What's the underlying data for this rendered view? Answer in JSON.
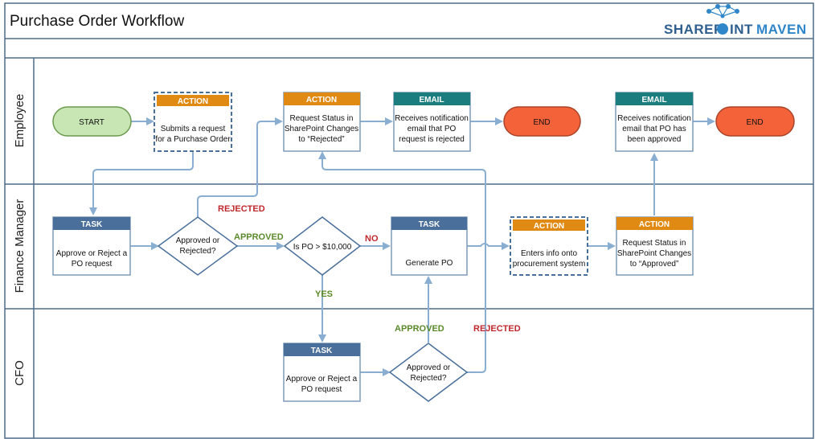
{
  "title": "Purchase Order Workflow",
  "logo": {
    "part1": "SHAREP",
    "part2": "INT",
    "part3": "MAVEN"
  },
  "lanes": {
    "employee": "Employee",
    "finance": "Finance Manager",
    "cfo": "CFO"
  },
  "nodes": {
    "start": {
      "text": "START"
    },
    "submit": {
      "header": "ACTION",
      "line1": "Submits a request",
      "line2": "for a Purchase Order"
    },
    "status_rejected": {
      "header": "ACTION",
      "line1": "Request Status in",
      "line2": "SharePoint Changes",
      "line3": "to “Rejected”"
    },
    "email_rejected": {
      "header": "EMAIL",
      "line1": "Receives notification",
      "line2": "email that PO",
      "line3": "request is rejected"
    },
    "end1": {
      "text": "END"
    },
    "email_approved": {
      "header": "EMAIL",
      "line1": "Receives notification",
      "line2": "email that PO has",
      "line3": "been approved"
    },
    "end2": {
      "text": "END"
    },
    "fm_task": {
      "header": "TASK",
      "line1": "Approve or Reject a",
      "line2": "PO request"
    },
    "fm_decision": {
      "line1": "Approved or",
      "line2": "Rejected?"
    },
    "po_check": {
      "line1": "Is PO > $10,000"
    },
    "generate": {
      "header": "TASK",
      "line1": "Generate PO"
    },
    "enter_info": {
      "header": "ACTION",
      "line1": "Enters info onto",
      "line2": "procurement system"
    },
    "status_approved": {
      "header": "ACTION",
      "line1": "Request Status in",
      "line2": "SharePoint Changes",
      "line3": "to “Approved”"
    },
    "cfo_task": {
      "header": "TASK",
      "line1": "Approve or Reject a",
      "line2": "PO request"
    },
    "cfo_decision": {
      "line1": "Approved or",
      "line2": "Rejected?"
    }
  },
  "edge_labels": {
    "rejected_fm": "REJECTED",
    "approved_fm": "APPROVED",
    "no": "NO",
    "yes": "YES",
    "approved_cfo": "APPROVED",
    "rejected_cfo": "REJECTED"
  },
  "colors": {
    "action_header": "#e08a14",
    "email_header": "#1b7d7d",
    "task_header": "#4a6f9a",
    "start_fill": "#c8e6b3",
    "start_stroke": "#6a9a4e",
    "end_fill": "#f4623a",
    "end_stroke": "#a84428",
    "box_stroke": "#7f9bb8",
    "lane_line": "#4d6b8a",
    "edge": "#8aaed1",
    "rejected_label": "#c0282d",
    "approved_label": "#5a8a2a"
  }
}
